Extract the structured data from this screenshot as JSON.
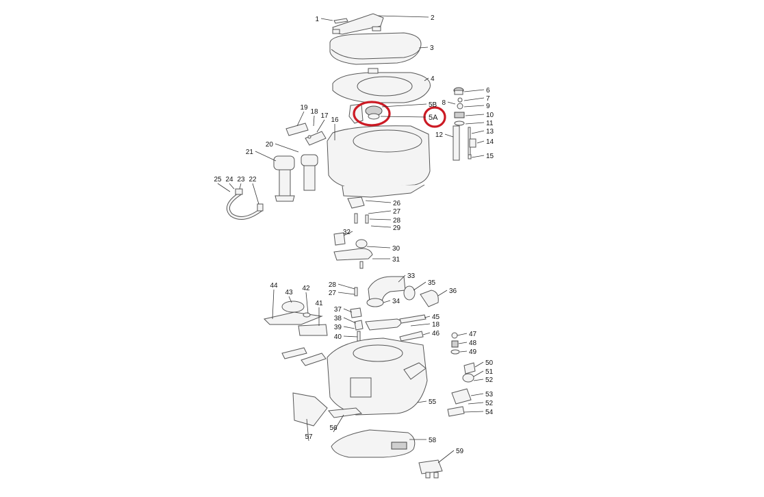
{
  "diagram": {
    "callouts": [
      {
        "id": "1",
        "text": "1"
      },
      {
        "id": "2",
        "text": "2"
      },
      {
        "id": "3",
        "text": "3"
      },
      {
        "id": "4",
        "text": "4"
      },
      {
        "id": "5B",
        "text": "5B"
      },
      {
        "id": "6",
        "text": "6"
      },
      {
        "id": "7",
        "text": "7"
      },
      {
        "id": "8",
        "text": "8"
      },
      {
        "id": "9",
        "text": "9"
      },
      {
        "id": "10",
        "text": "10"
      },
      {
        "id": "11",
        "text": "11"
      },
      {
        "id": "12",
        "text": "12"
      },
      {
        "id": "13",
        "text": "13"
      },
      {
        "id": "14",
        "text": "14"
      },
      {
        "id": "15",
        "text": "15"
      },
      {
        "id": "16",
        "text": "16"
      },
      {
        "id": "17",
        "text": "17"
      },
      {
        "id": "18a",
        "text": "18"
      },
      {
        "id": "19",
        "text": "19"
      },
      {
        "id": "20",
        "text": "20"
      },
      {
        "id": "21",
        "text": "21"
      },
      {
        "id": "22",
        "text": "22"
      },
      {
        "id": "23",
        "text": "23"
      },
      {
        "id": "24",
        "text": "24"
      },
      {
        "id": "25",
        "text": "25"
      },
      {
        "id": "26",
        "text": "26"
      },
      {
        "id": "27a",
        "text": "27"
      },
      {
        "id": "28a",
        "text": "28"
      },
      {
        "id": "29",
        "text": "29"
      },
      {
        "id": "30",
        "text": "30"
      },
      {
        "id": "31",
        "text": "31"
      },
      {
        "id": "32",
        "text": "32"
      },
      {
        "id": "33",
        "text": "33"
      },
      {
        "id": "34",
        "text": "34"
      },
      {
        "id": "35",
        "text": "35"
      },
      {
        "id": "36",
        "text": "36"
      },
      {
        "id": "28b",
        "text": "28"
      },
      {
        "id": "27b",
        "text": "27"
      },
      {
        "id": "37",
        "text": "37"
      },
      {
        "id": "38",
        "text": "38"
      },
      {
        "id": "39",
        "text": "39"
      },
      {
        "id": "40",
        "text": "40"
      },
      {
        "id": "41",
        "text": "41"
      },
      {
        "id": "42",
        "text": "42"
      },
      {
        "id": "43",
        "text": "43"
      },
      {
        "id": "44",
        "text": "44"
      },
      {
        "id": "45",
        "text": "45"
      },
      {
        "id": "18b",
        "text": "18"
      },
      {
        "id": "46",
        "text": "46"
      },
      {
        "id": "47",
        "text": "47"
      },
      {
        "id": "48",
        "text": "48"
      },
      {
        "id": "49",
        "text": "49"
      },
      {
        "id": "50",
        "text": "50"
      },
      {
        "id": "51",
        "text": "51"
      },
      {
        "id": "52a",
        "text": "52"
      },
      {
        "id": "53",
        "text": "53"
      },
      {
        "id": "52b",
        "text": "52"
      },
      {
        "id": "54",
        "text": "54"
      },
      {
        "id": "55",
        "text": "55"
      },
      {
        "id": "56",
        "text": "56"
      },
      {
        "id": "57",
        "text": "57"
      },
      {
        "id": "58",
        "text": "58"
      },
      {
        "id": "59",
        "text": "59"
      }
    ],
    "highlight": {
      "text": "5A",
      "color": "#cc1a24"
    }
  }
}
